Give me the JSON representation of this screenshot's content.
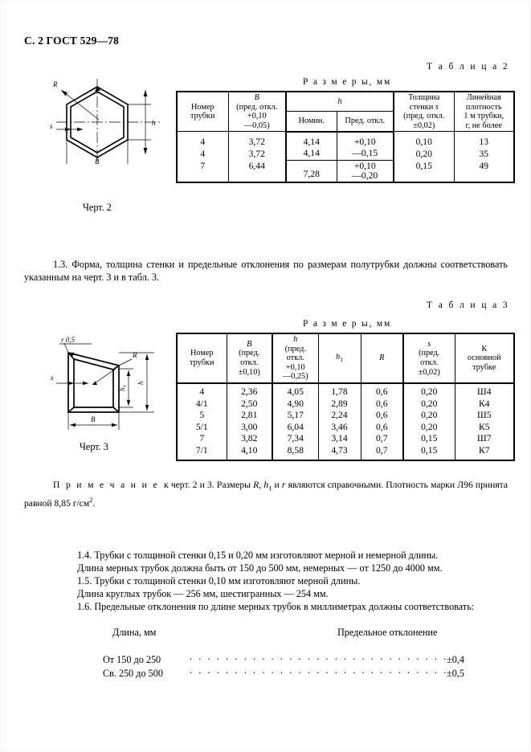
{
  "document": {
    "page_header": "С. 2 ГОСТ 529—78"
  },
  "figure2": {
    "caption": "Черт. 2",
    "labels": {
      "R": "R",
      "s": "s",
      "h": "h",
      "B": "B"
    }
  },
  "figure3": {
    "caption": "Черт. 3",
    "labels": {
      "r": "r 0,5",
      "R": "R",
      "s": "s",
      "h1": "h1",
      "h": "h",
      "B": "B"
    }
  },
  "table2": {
    "label": "Т а б л и ц а  2",
    "units_title": "Р а з м е р ы, мм",
    "headers": {
      "number": "Номер\nтрубки",
      "B": "B",
      "B_tol": "(пред. откл.\n+0,10\n—0,05)",
      "h": "h",
      "h_nominal": "Номин.",
      "h_tol": "Пред. откл.",
      "wall": "Толщина\nстенки s\n(пред. откл.\n±0,02)",
      "density": "Линейная\nплотность\n1 м трубки,\nг, не более"
    },
    "rows": [
      {
        "number": "4",
        "B": "3,72",
        "h_nominal": "4,14",
        "h_tol_plus": "+0,10",
        "h_tol_minus": "—0,15",
        "wall": "0,10",
        "density": "13"
      },
      {
        "number": "4",
        "B": "3,72",
        "h_nominal": "4,14",
        "h_tol_plus": "",
        "h_tol_minus": "",
        "wall": "0,20",
        "density": "35"
      },
      {
        "number": "7",
        "B": "6,44",
        "h_nominal": "7,28",
        "h_tol_plus": "+0,10",
        "h_tol_minus": "—0,20",
        "wall": "0,15",
        "density": "49"
      }
    ]
  },
  "para_1_3": "1.3. Форма, толщина стенки и предельные отклонения по размерам полутрубки должны соответствовать указанным на черт. 3 и в табл. 3.",
  "table3": {
    "label": "Т а б л и ц а  3",
    "units_title": "Р а з м е р ы, мм",
    "headers": {
      "number": "Номер\nтрубки",
      "B": "B",
      "B_tol": "(пред.\nоткл.\n±0,10)",
      "h": "h",
      "h_tol": "(пред.\nоткл.\n+0,10\n—0,25)",
      "h1": "h1",
      "R": "R",
      "s": "s",
      "s_tol": "(пред.\nоткл.\n±0,02)",
      "K": "К\nосновной\nтрубке"
    },
    "rows": [
      {
        "number": "4",
        "B": "2,36",
        "h": "4,05",
        "h1": "1,78",
        "R": "0,6",
        "s": "0,20",
        "K": "Ш4"
      },
      {
        "number": "4/1",
        "B": "2,50",
        "h": "4,90",
        "h1": "2,89",
        "R": "0,6",
        "s": "0,20",
        "K": "К4"
      },
      {
        "number": "5",
        "B": "2,81",
        "h": "5,17",
        "h1": "2,24",
        "R": "0,6",
        "s": "0,20",
        "K": "Ш5"
      },
      {
        "number": "5/1",
        "B": "3,00",
        "h": "6,04",
        "h1": "3,46",
        "R": "0,6",
        "s": "0,20",
        "K": "К5"
      },
      {
        "number": "7",
        "B": "3,82",
        "h": "7,34",
        "h1": "3,14",
        "R": "0,7",
        "s": "0,15",
        "K": "Ш7"
      },
      {
        "number": "7/1",
        "B": "4,10",
        "h": "8,58",
        "h1": "4,73",
        "R": "0,7",
        "s": "0,15",
        "K": "К7"
      }
    ]
  },
  "note": {
    "title": "П р и м е ч а н и е",
    "text": " к черт. 2 и 3. Размеры R, h1 и r являются справочными. Плотность марки Л96 принята равной 8,85 г/см2."
  },
  "paragraphs": {
    "p14_a": "1.4.  Трубки с толщиной стенки 0,15 и 0,20 мм изготовляют мерной и немерной длины.",
    "p14_b": "Длина мерных трубок должна быть от 150 до 500 мм, немерных — от 1250 до 4000 мм.",
    "p15_a": "1.5.  Трубки с толщиной стенки 0,10 мм изготовляют мерной длины.",
    "p15_b": "Длина круглых трубок — 256 мм, шестигранных — 254 мм.",
    "p16": "1.6. Предельные отклонения по длине мерных трубок в миллиметрах должны соответствовать:"
  },
  "tolerance_list": {
    "col1_head": "Длина, мм",
    "col2_head": "Предельное отклонение",
    "rows": [
      {
        "range": "От  150 до 250",
        "dots": ". . . . . . . . . . . . . . . . . . . . . . . . . . . . . . . . .",
        "value": "±0,4"
      },
      {
        "range": "Св. 250 до 500",
        "dots": ". . . . . . . . . . . . . . . . . . . . . . . . . . . . . . . . .",
        "value": "±0,5"
      }
    ]
  }
}
